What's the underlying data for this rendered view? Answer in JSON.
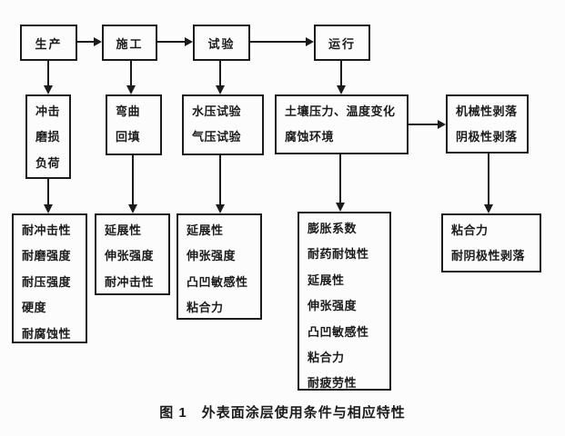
{
  "figure": {
    "caption": "图 1　外表面涂层使用条件与相应特性"
  },
  "colors": {
    "ink": "#1b1b1b",
    "background": "#fcfcfc"
  },
  "stages": [
    {
      "id": "production",
      "label": "生产"
    },
    {
      "id": "construction",
      "label": "施工"
    },
    {
      "id": "testing",
      "label": "试验"
    },
    {
      "id": "operation",
      "label": "运行"
    }
  ],
  "conditions": [
    {
      "id": "production-conditions",
      "lines": [
        "冲击",
        "磨损",
        "负荷"
      ]
    },
    {
      "id": "construction-conditions",
      "lines": [
        "弯曲",
        "回填"
      ]
    },
    {
      "id": "testing-conditions",
      "lines": [
        "水压试验",
        "气压试验"
      ]
    },
    {
      "id": "operation-conditions",
      "lines": [
        "土壤压力、温度变化",
        "腐蚀环境"
      ]
    },
    {
      "id": "peeling-conditions",
      "lines": [
        "机械性剥落",
        "阴极性剥落"
      ]
    }
  ],
  "properties": [
    {
      "id": "production-properties",
      "lines": [
        "耐冲击性",
        "耐磨强度",
        "耐压强度",
        "硬度",
        "耐腐蚀性"
      ]
    },
    {
      "id": "construction-properties",
      "lines": [
        "延展性",
        "伸张强度",
        "耐冲击性"
      ]
    },
    {
      "id": "testing-properties",
      "lines": [
        "延展性",
        "伸张强度",
        "凸凹敏感性",
        "粘合力"
      ]
    },
    {
      "id": "operation-properties",
      "lines": [
        "膨胀系数",
        "耐药耐蚀性",
        "延展性",
        "伸张强度",
        "凸凹敏感性",
        "粘合力",
        "耐疲劳性"
      ]
    },
    {
      "id": "peeling-properties",
      "lines": [
        "粘合力",
        "耐阴极性剥落"
      ]
    }
  ]
}
